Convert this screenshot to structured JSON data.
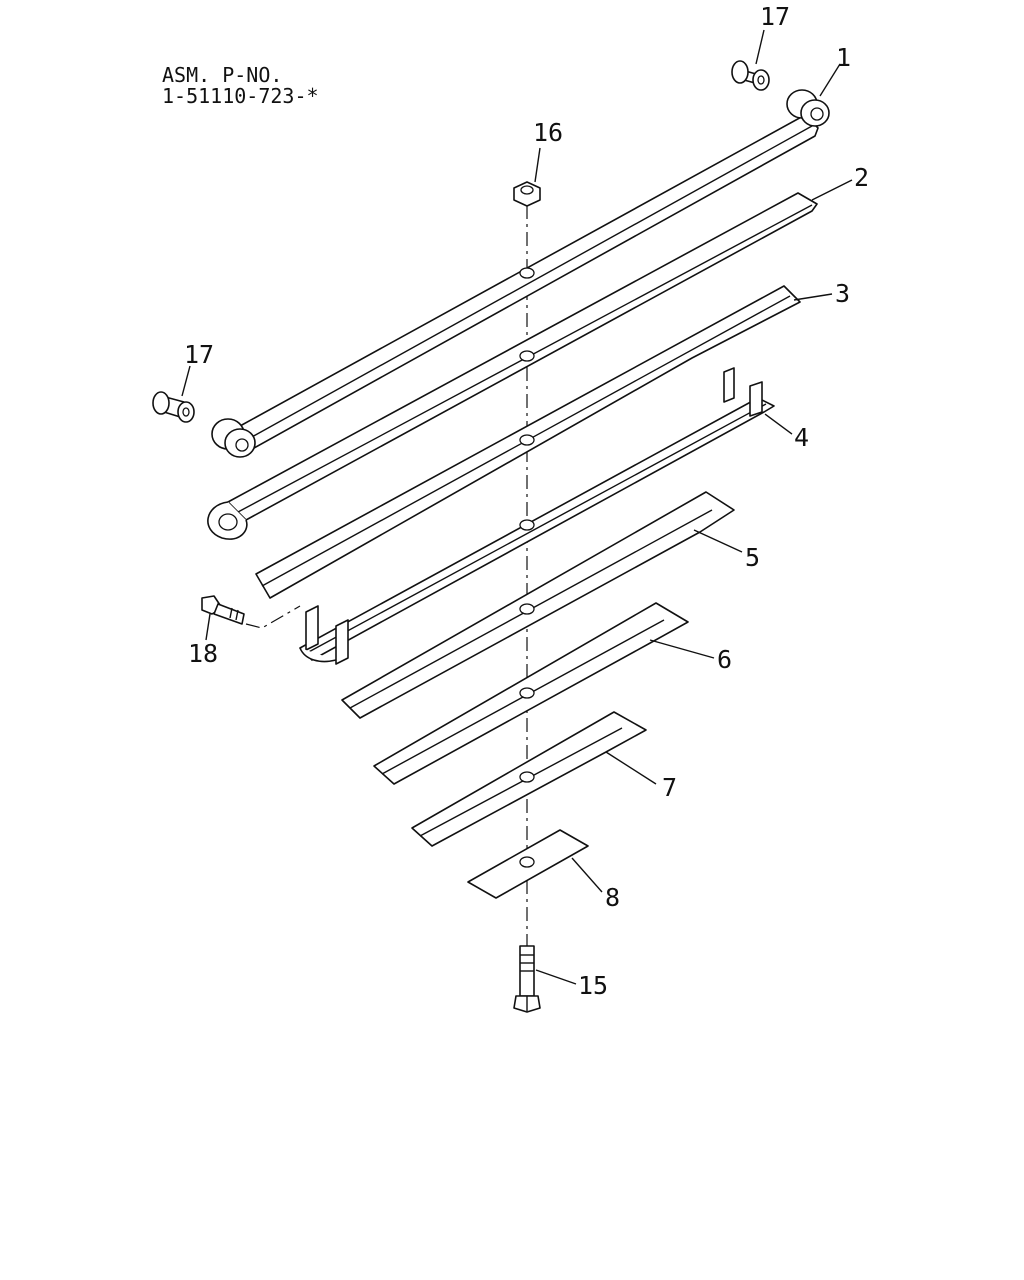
{
  "header": {
    "line1": "ASM. P-NO.",
    "line2": "1-51110-723-*"
  },
  "callouts": {
    "c1": "1",
    "c2": "2",
    "c3": "3",
    "c4": "4",
    "c5": "5",
    "c6": "6",
    "c7": "7",
    "c8": "8",
    "c15": "15",
    "c16": "16",
    "c17a": "17",
    "c17b": "17",
    "c18": "18"
  }
}
